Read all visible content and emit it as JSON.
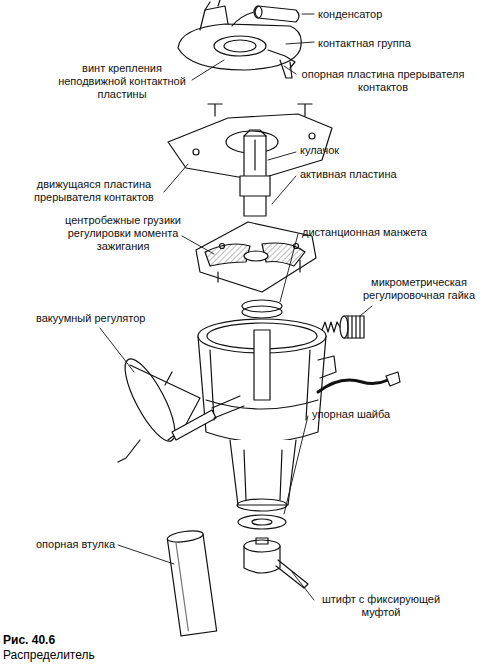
{
  "diagram": {
    "caption": "Рис. 40.6",
    "labels": [
      "конденсатор",
      "контактная группа",
      "винт крепления неподвижной контактной пластины",
      "опорная пластина прерывателя контактов",
      "кулачок",
      "движущаяся пластина прерывателя контактов",
      "активная пластина",
      "центробежные грузики регулировки момента зажигания",
      "дистанционная манжета",
      "микрометрическая регулировочная гайка",
      "вакуумный регулятор",
      "упорная шайба",
      "опорная втулка",
      "штифт с фиксирующей муфтой",
      "Распределитель"
    ]
  }
}
